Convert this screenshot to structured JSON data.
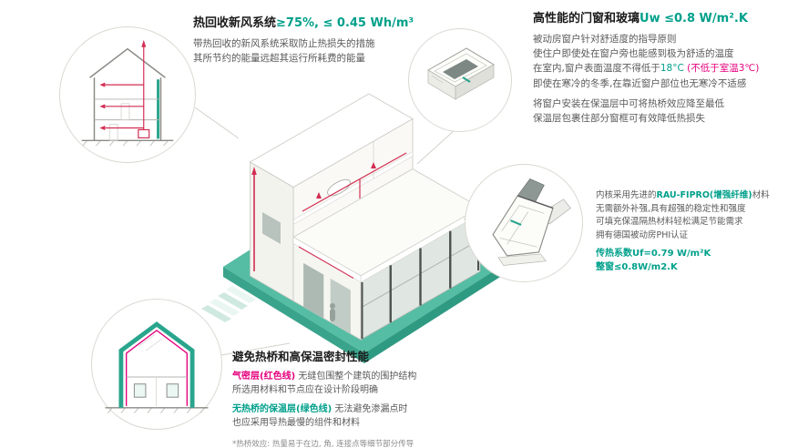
{
  "colors": {
    "accent_teal": "#00a08b",
    "accent_magenta": "#e5007d",
    "duct_red": "#d22d52",
    "platform_teal": "#55bda4"
  },
  "ventilation": {
    "title": "热回收新风系统",
    "title_value": "≥75%, ≤ 0.45 Wh/m³",
    "body": [
      "带热回收的新风系统采取防止热损失的措施",
      "其所节约的能量远超其运行所耗费的能量"
    ]
  },
  "windows": {
    "title": "高性能的门窗和玻璃",
    "title_value": "Uw ≤0.8 W/m².K",
    "lines1": [
      "被动房窗户针对舒适度的指导原则",
      "使住户即使处在窗户旁也能感到极为舒适的温度"
    ],
    "temp_prefix": "在室内,窗户表面温度不得低于",
    "temp_value": "18°C",
    "temp_note": " (不低于室温3℃)",
    "line4": "即使在寒冷的冬季,在靠近窗户部位也无寒冷不适感",
    "lines2": [
      "将窗户安装在保温层中可将热桥效应降至最低",
      "保温层包裹住部分窗框可有效降低热损失"
    ]
  },
  "material": {
    "intro_prefix": "内核采用先进的",
    "intro_highlight": "RAU-FIPRO(增强纤维)",
    "intro_suffix": "材料",
    "body": [
      "无需额外补强,具有超强的稳定性和强度",
      "可填充保温隔热材料轻松满足节能需求",
      "拥有德国被动房PHI认证"
    ],
    "stat1": "传热系数Uf=0.79 W/m²K",
    "stat2": "整窗≤0.8W/m2.K"
  },
  "thermal": {
    "title": "避免热桥和高保温密封性能",
    "airtight_label": "气密层(红色线)",
    "airtight_rest": " 无缝包围整个建筑的围护结构",
    "airtight_line2": "所选用材料和节点应在设计阶段明确",
    "insulation_label": "无热桥的保温层(绿色线)",
    "insulation_rest": " 无法避免渗漏点时",
    "insulation_line2": "也应采用导热最慢的组件和材料",
    "footnote": "*热桥效应: 热量易于在边, 角, 连接点等细节部分传导"
  },
  "illustrations": {
    "top_left": "ventilation-section-house",
    "top_right": "window-corner-detail",
    "middle_right": "window-profile-cross-section",
    "bottom_left": "insulated-house-section",
    "center": "isometric-cutaway-house"
  }
}
